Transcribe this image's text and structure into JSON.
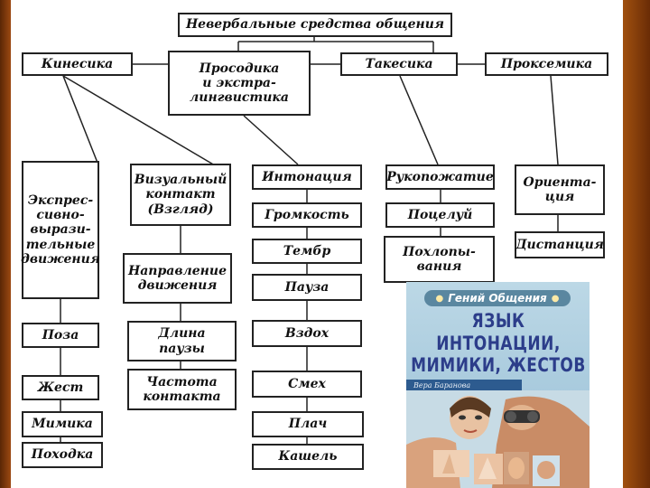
{
  "diagram": {
    "title": "Невербальные средства общения",
    "categories": {
      "kinesics": "Кинесика",
      "prosody": "Просодика\nи экстра-\nлингвистика",
      "takesics": "Такесика",
      "proxemics": "Проксемика"
    },
    "kinesics_items": {
      "expressive": "Экспрес-\nсивно-\nвырази-\nтельные\nдвижения",
      "pose": "Поза",
      "gesture": "Жест",
      "mimic": "Мимика",
      "gait": "Походка"
    },
    "visual_items": {
      "visual_contact": "Визуальный\nконтакт\n(Взгляд)",
      "direction": "Направление\nдвижения",
      "pause_length": "Длина\nпаузы",
      "contact_freq": "Частота\nконтакта"
    },
    "prosody_items": {
      "intonation": "Интонация",
      "loudness": "Громкость",
      "timbre": "Тембр",
      "pause": "Пауза",
      "sigh": "Вздох",
      "laugh": "Смех",
      "cry": "Плач",
      "cough": "Кашель"
    },
    "takesics_items": {
      "handshake": "Рукопожатие",
      "kiss": "Поцелуй",
      "patting": "Похлопы-\nвания"
    },
    "proxemics_items": {
      "orientation": "Ориента-\nция",
      "distance": "Дистанция"
    }
  },
  "book": {
    "series": "Гений Общения",
    "title_line1": "ЯЗЫК ИНТОНАЦИИ,",
    "title_line2": "МИМИКИ, ЖЕСТОВ",
    "author": "Вера Баранова"
  },
  "colors": {
    "frame": "#7a3608",
    "box_border": "#222222",
    "book_bg": "#b4d2e2",
    "book_title": "#2c3d8a"
  }
}
